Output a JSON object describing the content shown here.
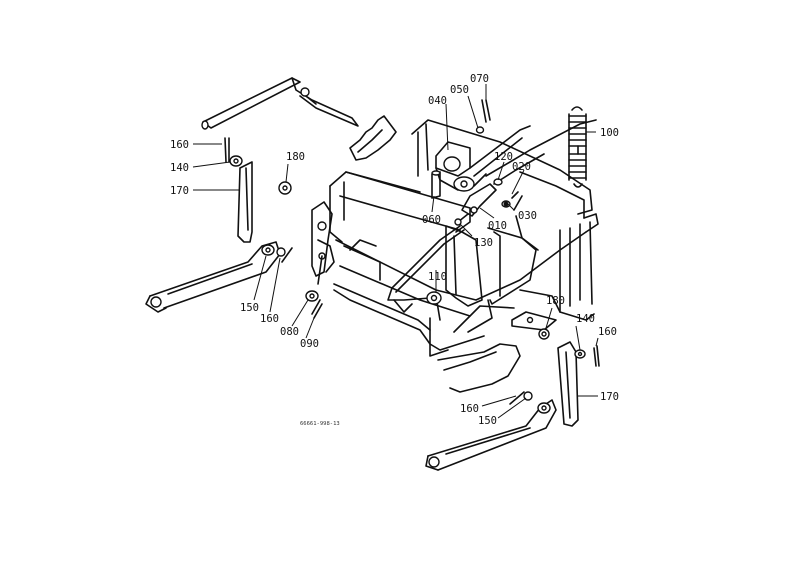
{
  "diagram": {
    "code": "66661-998-13",
    "callouts": {
      "c070": "070",
      "c050": "050",
      "c040": "040",
      "c100": "100",
      "c120": "120",
      "c020": "020",
      "c030": "030",
      "c010": "010",
      "c060": "060",
      "c130": "130",
      "c110": "110",
      "c160a": "160",
      "c140a": "140",
      "c180a": "180",
      "c170a": "170",
      "c150a": "150",
      "c160b": "160",
      "c080": "080",
      "c090": "090",
      "c180b": "180",
      "c140b": "140",
      "c160c": "160",
      "c170b": "170",
      "c160d": "160",
      "c150b": "150"
    }
  }
}
